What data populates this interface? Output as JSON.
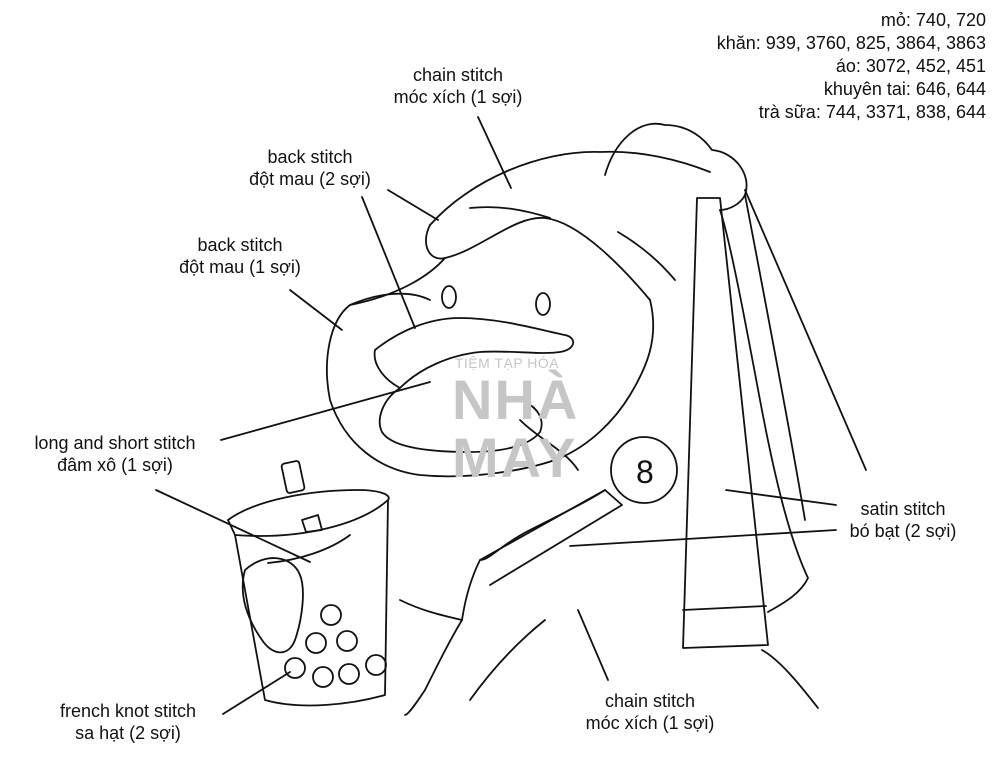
{
  "thread_list": [
    {
      "name": "mỏ",
      "codes": "740, 720"
    },
    {
      "name": "khăn",
      "codes": "939, 3760, 825, 3864, 3863"
    },
    {
      "name": "áo",
      "codes": "3072, 452, 451"
    },
    {
      "name": "khuyên tai",
      "codes": "646, 644"
    },
    {
      "name": "trà sữa",
      "codes": "744, 3371, 838, 644"
    }
  ],
  "labels": {
    "chain_top": {
      "l1": "chain stitch",
      "l2": "móc xích (1 sợi)"
    },
    "back2": {
      "l1": "back stitch",
      "l2": "đột mau (2 sợi)"
    },
    "back1": {
      "l1": "back stitch",
      "l2": "đột mau (1 sợi)"
    },
    "long_short": {
      "l1": "long and short stitch",
      "l2": "đâm xô (1 sợi)"
    },
    "french_knot": {
      "l1": "french knot stitch",
      "l2": "sa hạt (2 sợi)"
    },
    "chain_bottom": {
      "l1": "chain stitch",
      "l2": "móc xích (1 sợi)"
    },
    "satin": {
      "l1": "satin stitch",
      "l2": "bó bạt (2 sợi)"
    }
  },
  "watermark": {
    "line1": "TIỆM TẠP HÓA",
    "line2": "NHÀ",
    "line3": "MAY"
  },
  "earring_glyph": "8",
  "colors": {
    "line": "#111111",
    "watermark": "#c6c6c6"
  }
}
